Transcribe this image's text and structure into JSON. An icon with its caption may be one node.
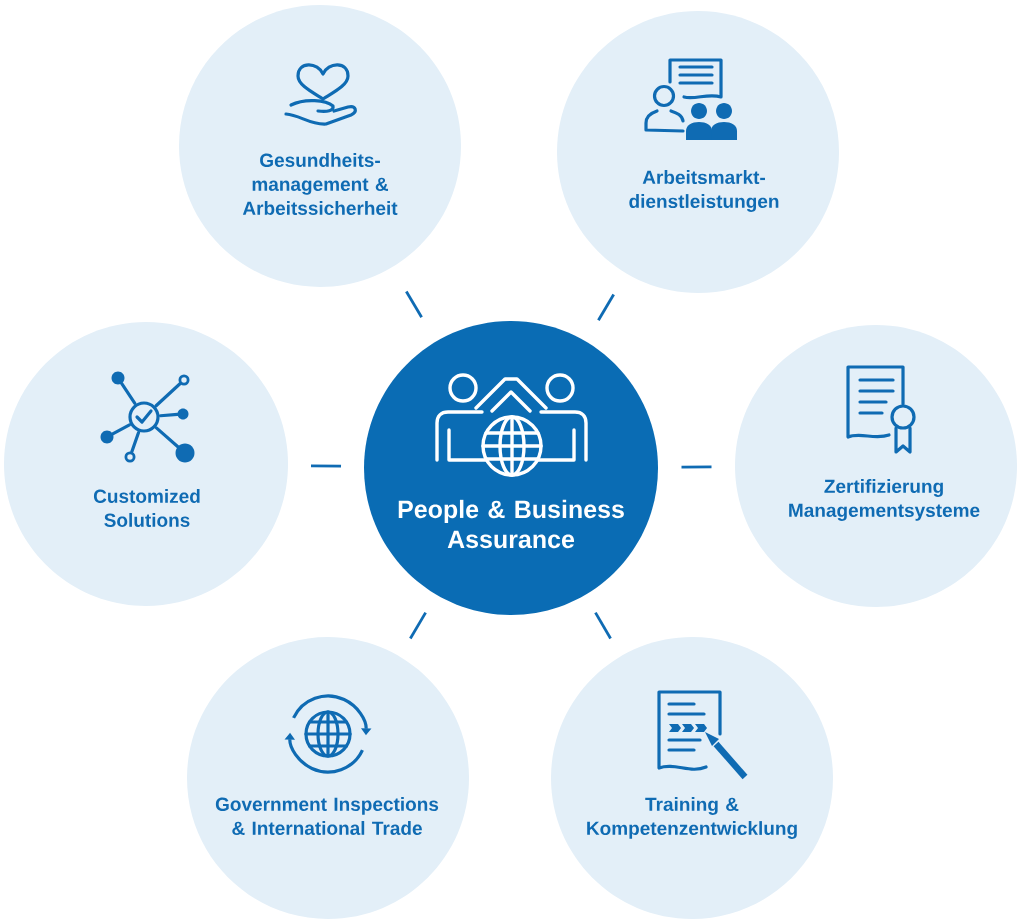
{
  "diagram": {
    "nodes": [
      {
        "text": [
          "Gesundheits- management & Arbeitssicherheit"
        ]
      },
      {
        "text": [
          "Arbeitsmarkt- dienstleistungen"
        ]
      },
      {
        "text": [
          "Customized Solutions"
        ]
      },
      {
        "text": [
          "People & Business Assurance"
        ]
      },
      {
        "text": [
          "Zertifizierung Managementsysteme"
        ]
      },
      {
        "text": [
          "Government Inspections & International Trade"
        ]
      },
      {
        "text": [
          "Training & Kompetenzentwicklung"
        ]
      }
    ],
    "edges": [
      {
        "from": 3,
        "to": 0,
        "arrow": "none"
      },
      {
        "from": 3,
        "to": 1,
        "arrow": "none"
      },
      {
        "from": 3,
        "to": 2,
        "arrow": "none"
      },
      {
        "from": 3,
        "to": 4,
        "arrow": "none"
      },
      {
        "from": 3,
        "to": 5,
        "arrow": "none"
      },
      {
        "from": 3,
        "to": 6,
        "arrow": "none"
      }
    ]
  }
}
